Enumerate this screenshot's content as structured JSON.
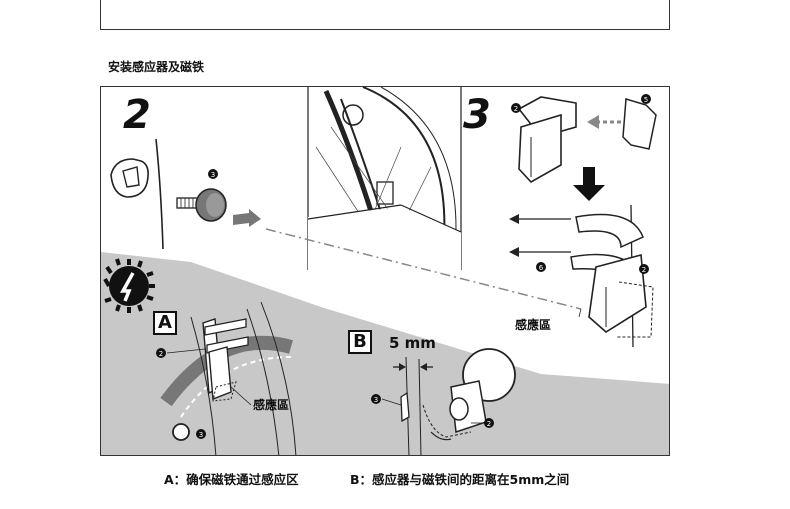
{
  "section_title": "安装感应器及磁铁",
  "steps": {
    "step2": "2",
    "step3": "3"
  },
  "panel_letters": {
    "a": "A",
    "b": "B"
  },
  "sensor_zone_label": "感應區",
  "gap_label": "5 mm",
  "captions": {
    "a": "A：确保磁铁通过感应区",
    "b": "B：感应器与磁铁间的距离在5mm之间"
  },
  "colors": {
    "shade": "#c8c8c8",
    "line": "#222222",
    "arrow": "#777777"
  }
}
